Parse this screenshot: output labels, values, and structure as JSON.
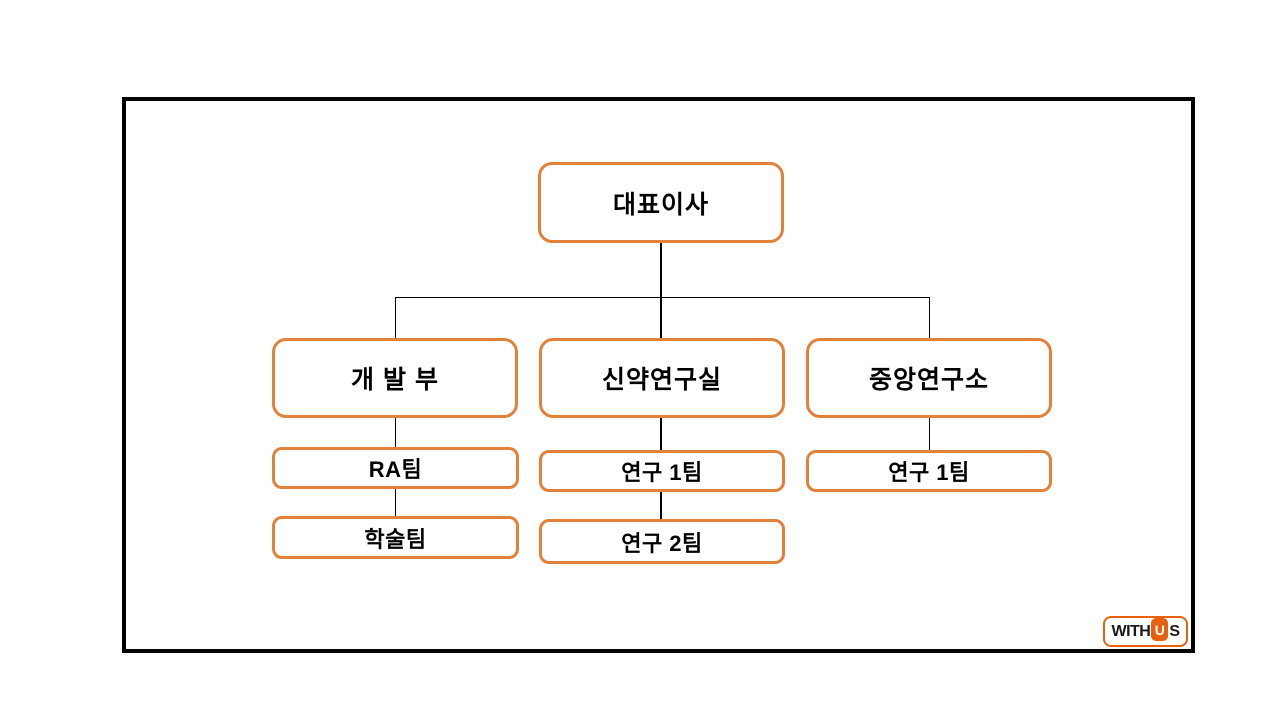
{
  "nodes": {
    "ceo": "대표이사",
    "dev": "개 발 부",
    "drug_lab": "신약연구실",
    "central_lab": "중앙연구소",
    "ra_team": "RA팀",
    "academic_team": "학술팀",
    "research1_mid": "연구 1팀",
    "research2_mid": "연구 2팀",
    "research1_right": "연구 1팀"
  },
  "hierarchy": {
    "root": "대표이사",
    "children": [
      {
        "label": "개 발 부",
        "children": [
          "RA팀",
          "학술팀"
        ]
      },
      {
        "label": "신약연구실",
        "children": [
          "연구 1팀",
          "연구 2팀"
        ]
      },
      {
        "label": "중앙연구소",
        "children": [
          "연구 1팀"
        ]
      }
    ]
  },
  "logo": {
    "with": "WITH",
    "u": "U",
    "s": "S"
  },
  "colors": {
    "node_border": "#E2823A",
    "connector": "#000000",
    "frame_border": "#000000",
    "logo_orange": "#E8610D",
    "text": "#000000",
    "background": "#FFFFFF"
  }
}
